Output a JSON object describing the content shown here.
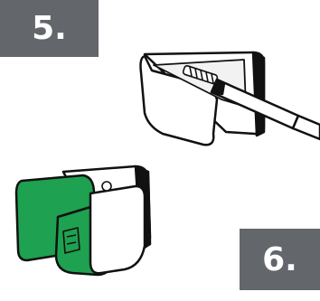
{
  "steps": [
    {
      "number_label": "5."
    },
    {
      "number_label": "6."
    }
  ],
  "illustrations": {
    "step5": {
      "name": "install-bracket-screwdriver"
    },
    "step6": {
      "name": "attach-green-cover"
    }
  },
  "colors": {
    "badge_bg": "#63666b",
    "badge_text": "#ffffff",
    "cover_green": "#1ea150",
    "line": "#111111"
  }
}
